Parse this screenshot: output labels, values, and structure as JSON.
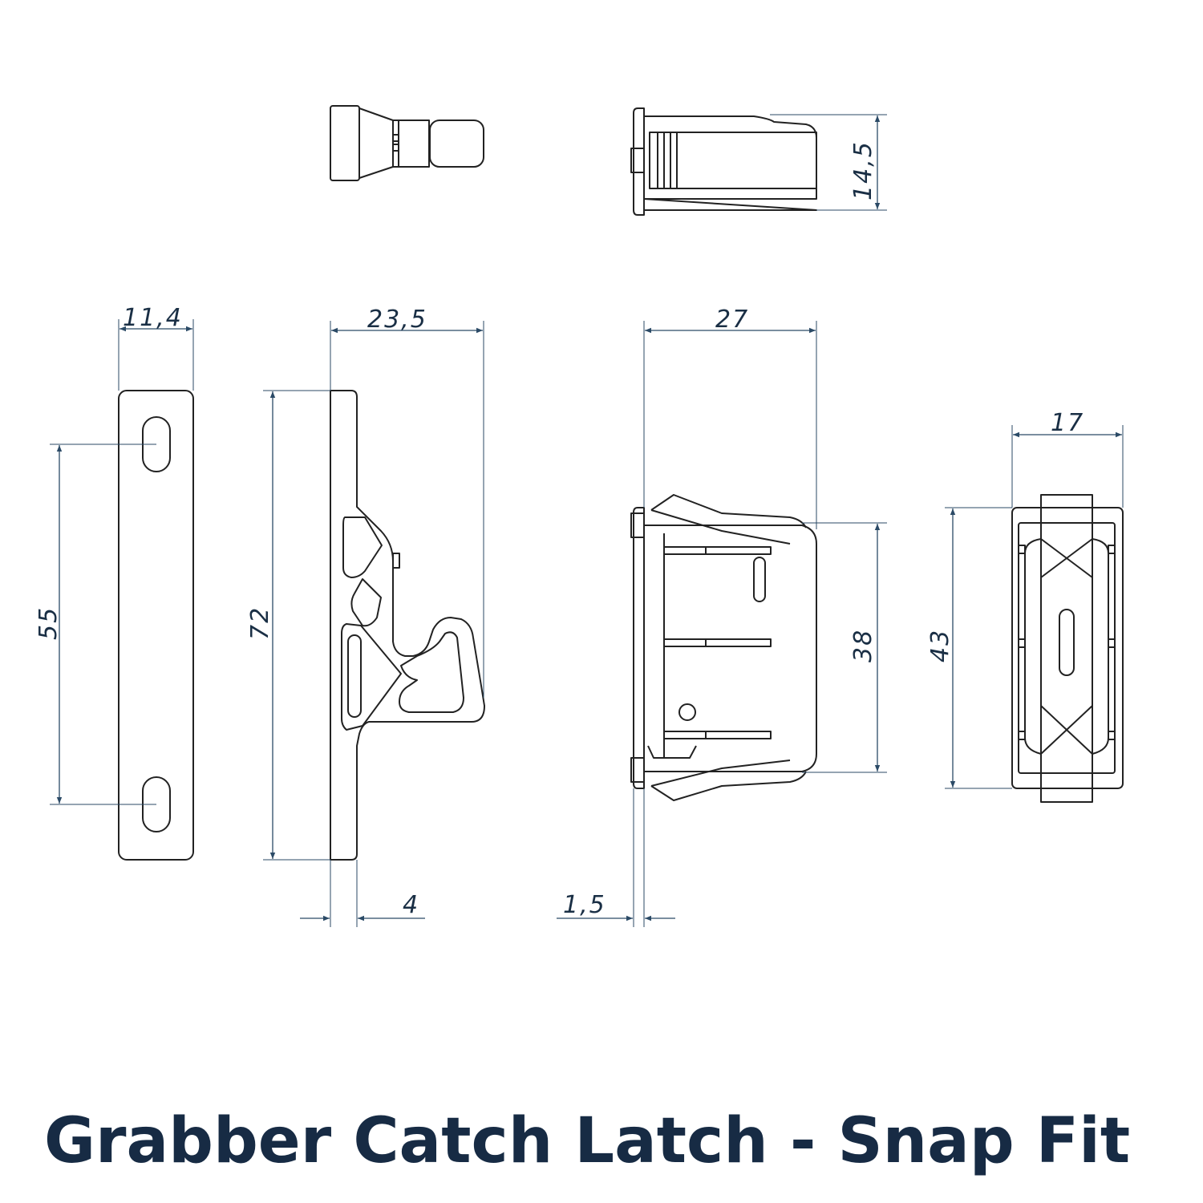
{
  "title": "Grabber Catch Latch - Snap Fit",
  "colors": {
    "title": "#172b44",
    "dimension": "#1a2f45",
    "outline": "#222222"
  },
  "dimensions": {
    "strike_width": "11,4",
    "strike_hole_spacing": "55",
    "catch_depth": "23,5",
    "catch_height": "72",
    "plate_thickness": "4",
    "body_depth": "27",
    "flange_thickness": "1,5",
    "body_height": "38",
    "top_height": "14,5",
    "end_width": "17",
    "end_height": "43"
  }
}
